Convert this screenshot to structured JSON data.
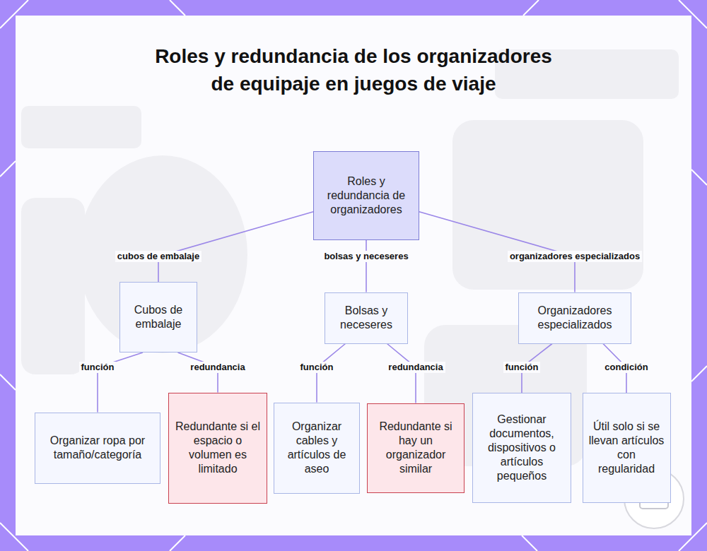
{
  "diagram": {
    "title": "Roles y redundancia de los organizadores de equipaje en juegos de viaje",
    "nodes": [
      {
        "text": [
          "Roles y redundancia de organizadores"
        ]
      },
      {
        "text": [
          "Cubos de embalaje"
        ]
      },
      {
        "text": [
          "Bolsas y neceseres"
        ]
      },
      {
        "text": [
          "Organizadores especializados"
        ]
      },
      {
        "text": [
          "Organizar ropa por tamaño/categoría"
        ]
      },
      {
        "text": [
          "Redundante si el espacio o volumen es limitado"
        ]
      },
      {
        "text": [
          "Organizar cables y artículos de aseo"
        ]
      },
      {
        "text": [
          "Redundante si hay un organizador similar"
        ]
      },
      {
        "text": [
          "Gestionar documentos, dispositivos o artículos pequeños"
        ]
      },
      {
        "text": [
          "Útil solo si se llevan artículos con regularidad"
        ]
      }
    ],
    "edges": [
      {
        "from": 0,
        "to": 1,
        "label": "cubos de embalaje",
        "arrow": "none"
      },
      {
        "from": 0,
        "to": 2,
        "label": "bolsas y neceseres",
        "arrow": "none"
      },
      {
        "from": 0,
        "to": 3,
        "label": "organizadores especializados",
        "arrow": "none"
      },
      {
        "from": 1,
        "to": 4,
        "label": "función",
        "arrow": "none"
      },
      {
        "from": 1,
        "to": 5,
        "label": "redundancia",
        "arrow": "none"
      },
      {
        "from": 2,
        "to": 6,
        "label": "función",
        "arrow": "none"
      },
      {
        "from": 2,
        "to": 7,
        "label": "redundancia",
        "arrow": "none"
      },
      {
        "from": 3,
        "to": 8,
        "label": "función",
        "arrow": "none"
      },
      {
        "from": 3,
        "to": 9,
        "label": "condición",
        "arrow": "none"
      }
    ]
  }
}
